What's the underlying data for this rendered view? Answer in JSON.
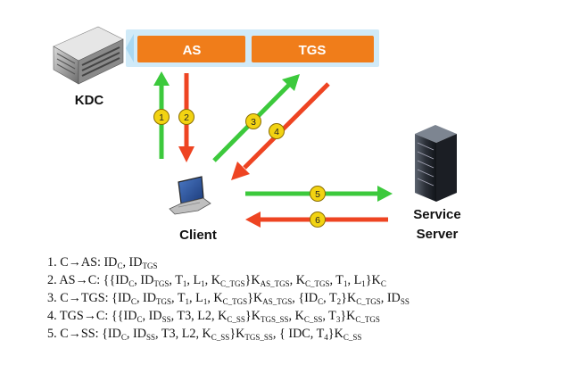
{
  "nodes": {
    "as_label": "AS",
    "tgs_label": "TGS",
    "kdc_label": "KDC",
    "client_label": "Client",
    "service_label_1": "Service",
    "service_label_2": "Server"
  },
  "arrows": [
    {
      "num": "1",
      "color": "#3cc93c"
    },
    {
      "num": "2",
      "color": "#ee4422"
    },
    {
      "num": "3",
      "color": "#3cc93c"
    },
    {
      "num": "4",
      "color": "#ee4422"
    },
    {
      "num": "5",
      "color": "#3cc93c"
    },
    {
      "num": "6",
      "color": "#ee4422"
    }
  ],
  "colors": {
    "bar_orange": "#f07d1a",
    "bar_frame": "#a9d8f2",
    "marker_fill": "#f2d312",
    "green": "#3cc93c",
    "red": "#ee4422"
  },
  "icons": {
    "kdc": "server-rack-icon",
    "client": "laptop-icon",
    "service": "server-tower-icon"
  },
  "protocol": [
    {
      "parts": [
        {
          "t": "1. C→AS: ID"
        },
        {
          "s": "C"
        },
        {
          "t": ", ID"
        },
        {
          "s": "TGS"
        }
      ]
    },
    {
      "parts": [
        {
          "t": "2. AS→C: {{ID"
        },
        {
          "s": "C"
        },
        {
          "t": ", ID"
        },
        {
          "s": "TGS"
        },
        {
          "t": ", T"
        },
        {
          "s": "1"
        },
        {
          "t": ", L"
        },
        {
          "s": "1"
        },
        {
          "t": ", K"
        },
        {
          "s": "C_TGS"
        },
        {
          "t": "}K"
        },
        {
          "s": "AS_TGS"
        },
        {
          "t": ", K"
        },
        {
          "s": "C_TGS"
        },
        {
          "t": ", T"
        },
        {
          "s": "1"
        },
        {
          "t": ", L"
        },
        {
          "s": "1"
        },
        {
          "t": "}K"
        },
        {
          "s": "C"
        }
      ]
    },
    {
      "parts": [
        {
          "t": "3. C→TGS: {ID"
        },
        {
          "s": "C"
        },
        {
          "t": ", ID"
        },
        {
          "s": "TGS"
        },
        {
          "t": ", T"
        },
        {
          "s": "1"
        },
        {
          "t": ", L"
        },
        {
          "s": "1"
        },
        {
          "t": ", K"
        },
        {
          "s": "C_TGS"
        },
        {
          "t": "}K"
        },
        {
          "s": "AS_TGS"
        },
        {
          "t": ", {ID"
        },
        {
          "s": "C"
        },
        {
          "t": ", T"
        },
        {
          "s": "2"
        },
        {
          "t": "}K"
        },
        {
          "s": "C_TGS"
        },
        {
          "t": ", ID"
        },
        {
          "s": "SS"
        }
      ]
    },
    {
      "parts": [
        {
          "t": "4. TGS→C: {{ID"
        },
        {
          "s": "C"
        },
        {
          "t": ", ID"
        },
        {
          "s": "SS"
        },
        {
          "t": ", T3, L2, K"
        },
        {
          "s": "C_SS"
        },
        {
          "t": "}K"
        },
        {
          "s": "TGS_SS"
        },
        {
          "t": ", K"
        },
        {
          "s": "C_SS"
        },
        {
          "t": ", T"
        },
        {
          "s": "3"
        },
        {
          "t": "}K"
        },
        {
          "s": "C_TGS"
        }
      ]
    },
    {
      "parts": [
        {
          "t": "5. C→SS: {ID"
        },
        {
          "s": "C"
        },
        {
          "t": ", ID"
        },
        {
          "s": "SS"
        },
        {
          "t": ", T3, L2, K"
        },
        {
          "s": "C_SS"
        },
        {
          "t": "}K"
        },
        {
          "s": "TGS_SS"
        },
        {
          "t": ", { IDC, T"
        },
        {
          "s": "4"
        },
        {
          "t": "}K"
        },
        {
          "s": "C_SS"
        }
      ]
    }
  ]
}
